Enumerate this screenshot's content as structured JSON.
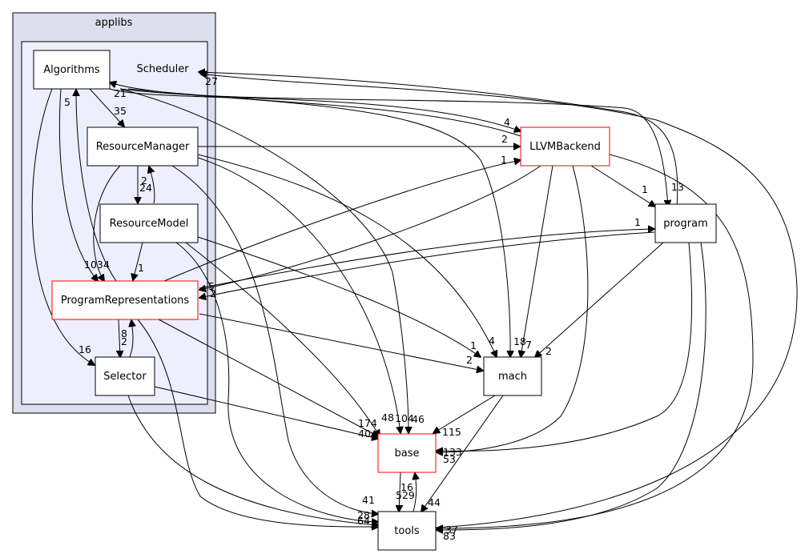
{
  "clusters": {
    "applibs_outer": {
      "label": "applibs"
    },
    "applibs_inner": {
      "label": "Scheduler"
    }
  },
  "nodes": {
    "algorithms": {
      "label": "Algorithms"
    },
    "resource_manager": {
      "label": "ResourceManager"
    },
    "resource_model": {
      "label": "ResourceModel"
    },
    "program_representations": {
      "label": "ProgramRepresentations"
    },
    "selector": {
      "label": "Selector"
    },
    "llvm_backend": {
      "label": "LLVMBackend"
    },
    "program": {
      "label": "program"
    },
    "mach": {
      "label": "mach"
    },
    "base": {
      "label": "base"
    },
    "tools": {
      "label": "tools"
    }
  },
  "edge_labels": {
    "alg_sched": "27",
    "alg_21": "21",
    "alg_5": "5",
    "alg_rm": "35",
    "alg_llvm": "4",
    "rm_llvm": "2",
    "rm_rmodel": "2",
    "rmodel_rm": "24",
    "pr_llvm": "1",
    "llvm_program": "1",
    "program_13": "13",
    "pr_program": "1",
    "pr_103": "103",
    "pr_4": "4",
    "rmodel_pr": "1",
    "pr_5": "5",
    "pr_2": "2",
    "sel_pr": "8",
    "pr_sel": "2",
    "alg_sel": "16",
    "mach_4": "4",
    "mach_1": "1",
    "mach_2": "2",
    "mach_18": "18",
    "mach_7": "7",
    "program_mach": "2",
    "base_174": "174",
    "base_40": "40",
    "base_48": "48",
    "base_104": "104",
    "base_46": "46",
    "mach_base": "115",
    "base_133": "133",
    "base_53": "53",
    "base_tools": "529",
    "tools_base": "16",
    "tools_41": "41",
    "tools_44": "44",
    "tools_28": "28",
    "tools_64": "64",
    "tools_37": "37",
    "tools_83": "83"
  },
  "colors": {
    "outer_cluster_fill": "#dddfee",
    "inner_cluster_fill": "#eeeffe",
    "cluster_stroke": "#000000",
    "plain_node_stroke": "#000000",
    "highlight_node_stroke": "#ff0000",
    "edge": "#000000"
  }
}
